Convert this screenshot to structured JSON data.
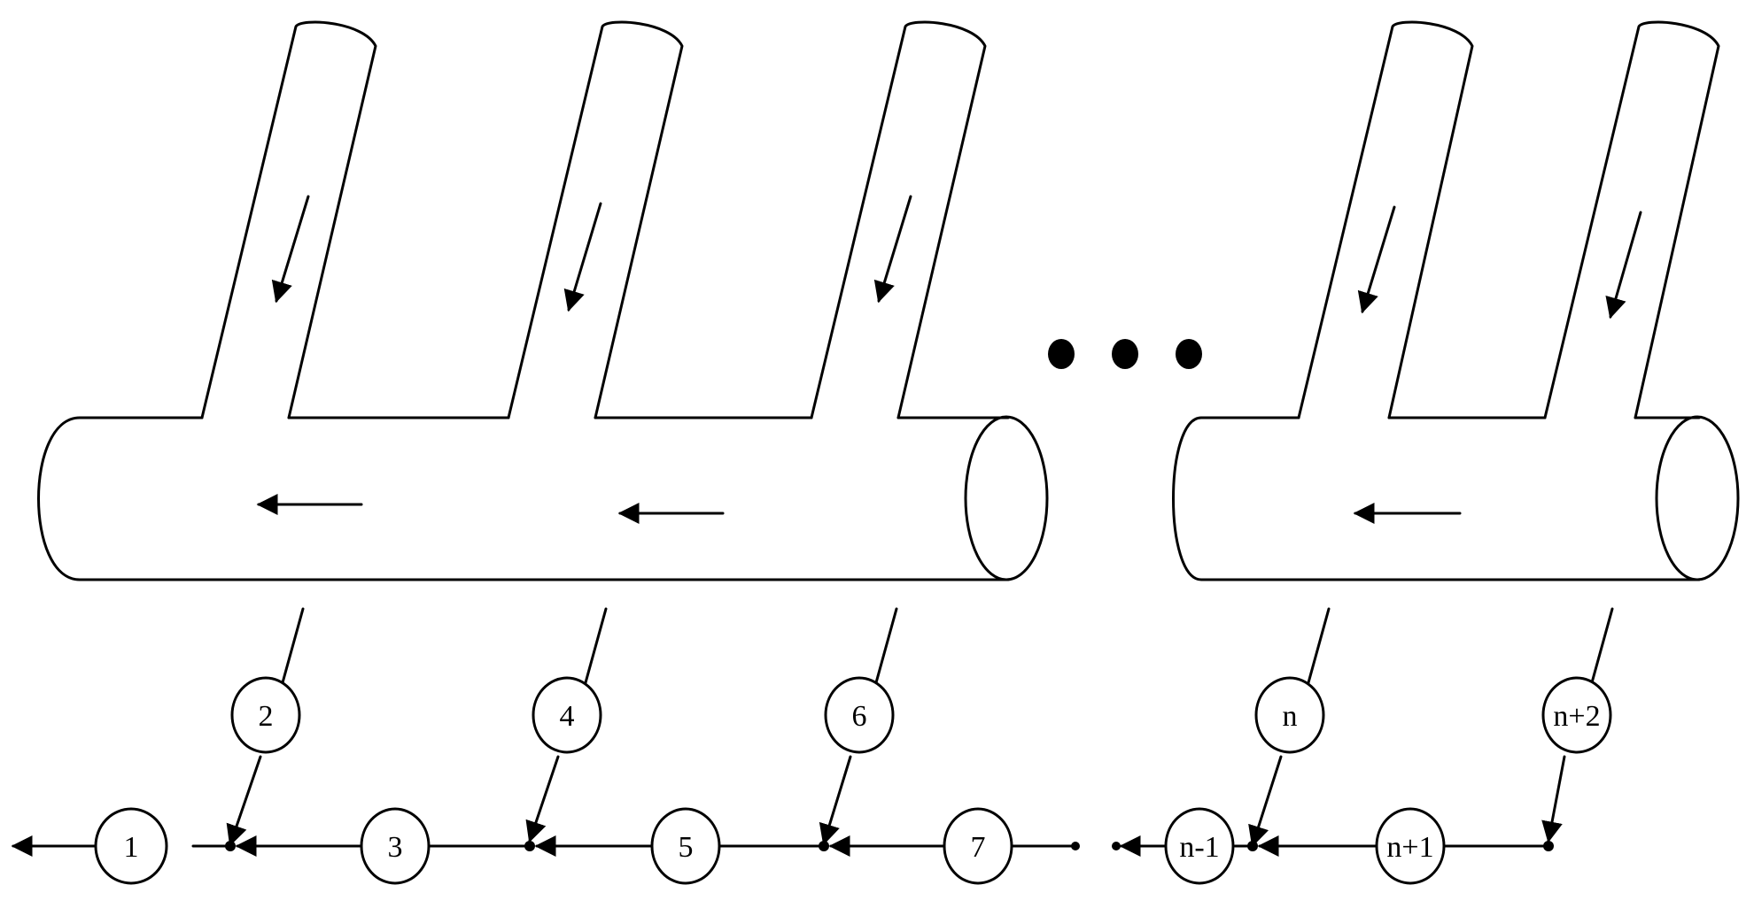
{
  "diagram": {
    "colors": {
      "line": "#000000",
      "background": "#ffffff"
    },
    "ellipsis": "• • •",
    "upper_branch_labels": [
      "2",
      "4",
      "6",
      "n",
      "n+2"
    ],
    "lower_trunk_labels": [
      "1",
      "3",
      "5",
      "7",
      "n-1",
      "n+1"
    ]
  }
}
